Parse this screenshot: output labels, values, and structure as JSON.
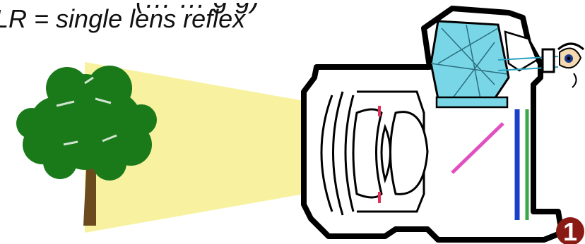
{
  "caption": {
    "partial_top": "(… … g g)",
    "main": "LR = single lens reflex"
  },
  "badge": {
    "number": "1"
  },
  "colors": {
    "light_beam": "#f8f2a0",
    "tree_foliage": "#1a7a1a",
    "tree_trunk": "#6b4a1e",
    "camera_outline": "#000000",
    "pentaprism": "#79d6e6",
    "mirror": "#e050c0",
    "aperture": "#e0305a",
    "shutter": "#1840c8",
    "film_plane": "#3aa84a",
    "badge": "#8a1b14"
  },
  "icons": [
    "tree-icon",
    "eye-icon",
    "camera-icon"
  ]
}
